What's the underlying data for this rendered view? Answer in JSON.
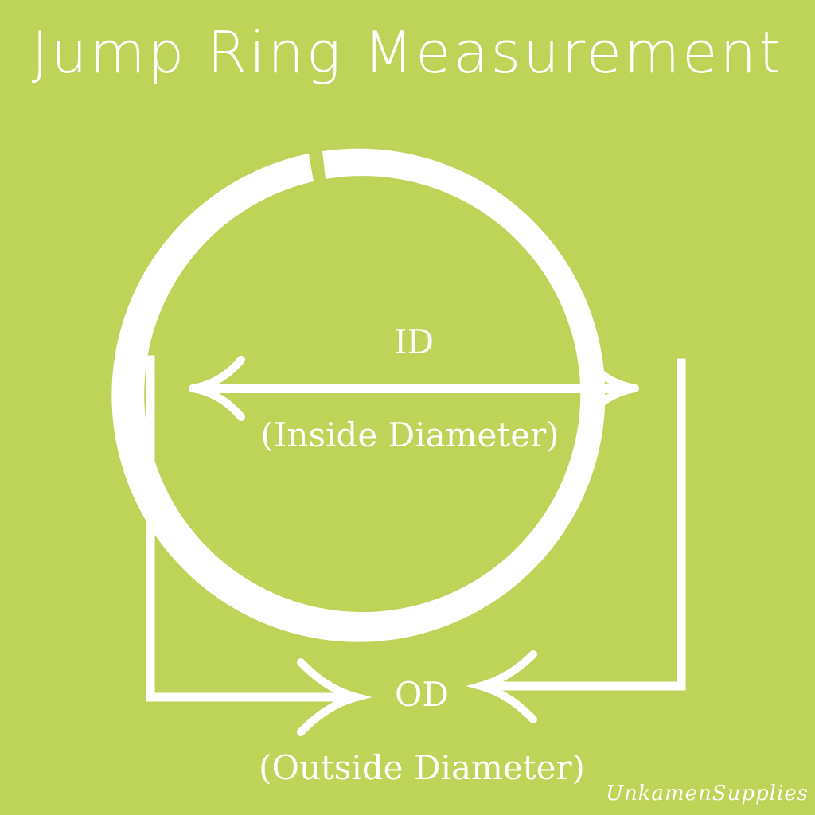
{
  "title": "Jump Ring Measurement",
  "inside": {
    "abbr": "ID",
    "description": "(Inside Diameter)"
  },
  "outside": {
    "abbr": "OD",
    "description": "(Outside Diameter)"
  },
  "watermark": "UnkamenSupplies",
  "colors": {
    "background": "#bdd458",
    "foreground": "#ffffff"
  }
}
